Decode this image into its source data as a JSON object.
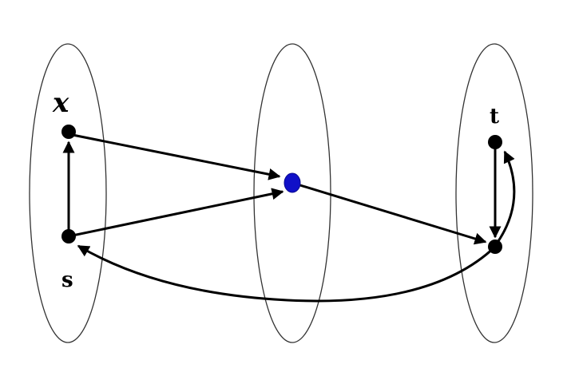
{
  "labels": {
    "node_x": "x",
    "node_s": "s",
    "node_t": "t"
  },
  "colors": {
    "line": "#000000",
    "center_node": "#1010c8",
    "ellipse": "#333333"
  }
}
